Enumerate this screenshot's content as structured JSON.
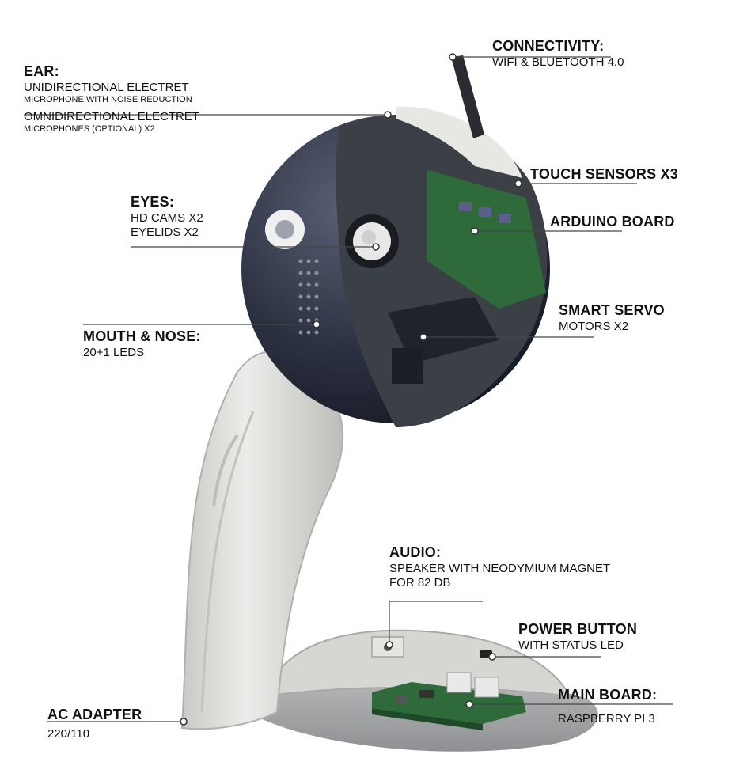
{
  "labels": {
    "ear": {
      "title": "EAR:",
      "line1": "UNIDIRECTIONAL ELECTRET",
      "line2": "MICROPHONE WITH NOISE REDUCTION",
      "line3": "OMNIDIRECTIONAL ELECTRET",
      "line4": "MICROPHONES (OPTIONAL) X2"
    },
    "connectivity": {
      "title": "CONNECTIVITY:",
      "line1": "WIFI & BLUETOOTH 4.0"
    },
    "touch": {
      "title": "TOUCH SENSORS X3"
    },
    "eyes": {
      "title": "EYES:",
      "line1": "HD CAMS X2",
      "line2": "EYELIDS X2"
    },
    "arduino": {
      "title": "ARDUINO BOARD"
    },
    "servo": {
      "title": "SMART SERVO",
      "line1": "MOTORS X2"
    },
    "mouth": {
      "title": "MOUTH & NOSE:",
      "line1": "20+1 LEDS"
    },
    "audio": {
      "title": "AUDIO:",
      "line1": "SPEAKER WITH NEODYMIUM MAGNET",
      "line2": "FOR 82 DB"
    },
    "power": {
      "title": "POWER BUTTON",
      "line1": "WITH STATUS LED"
    },
    "mainboard": {
      "title": "MAIN BOARD:",
      "line1": "RASPBERRY PI 3"
    },
    "ac": {
      "title": "AC ADAPTER",
      "line1": "220/110"
    }
  },
  "colors": {
    "head_shell": "#2a2f3e",
    "body_shell": "#d9d9d6",
    "pcb_green": "#2f6b3a",
    "leader_line": "#444444"
  },
  "icons": {
    "robot": "robot-illustration"
  }
}
